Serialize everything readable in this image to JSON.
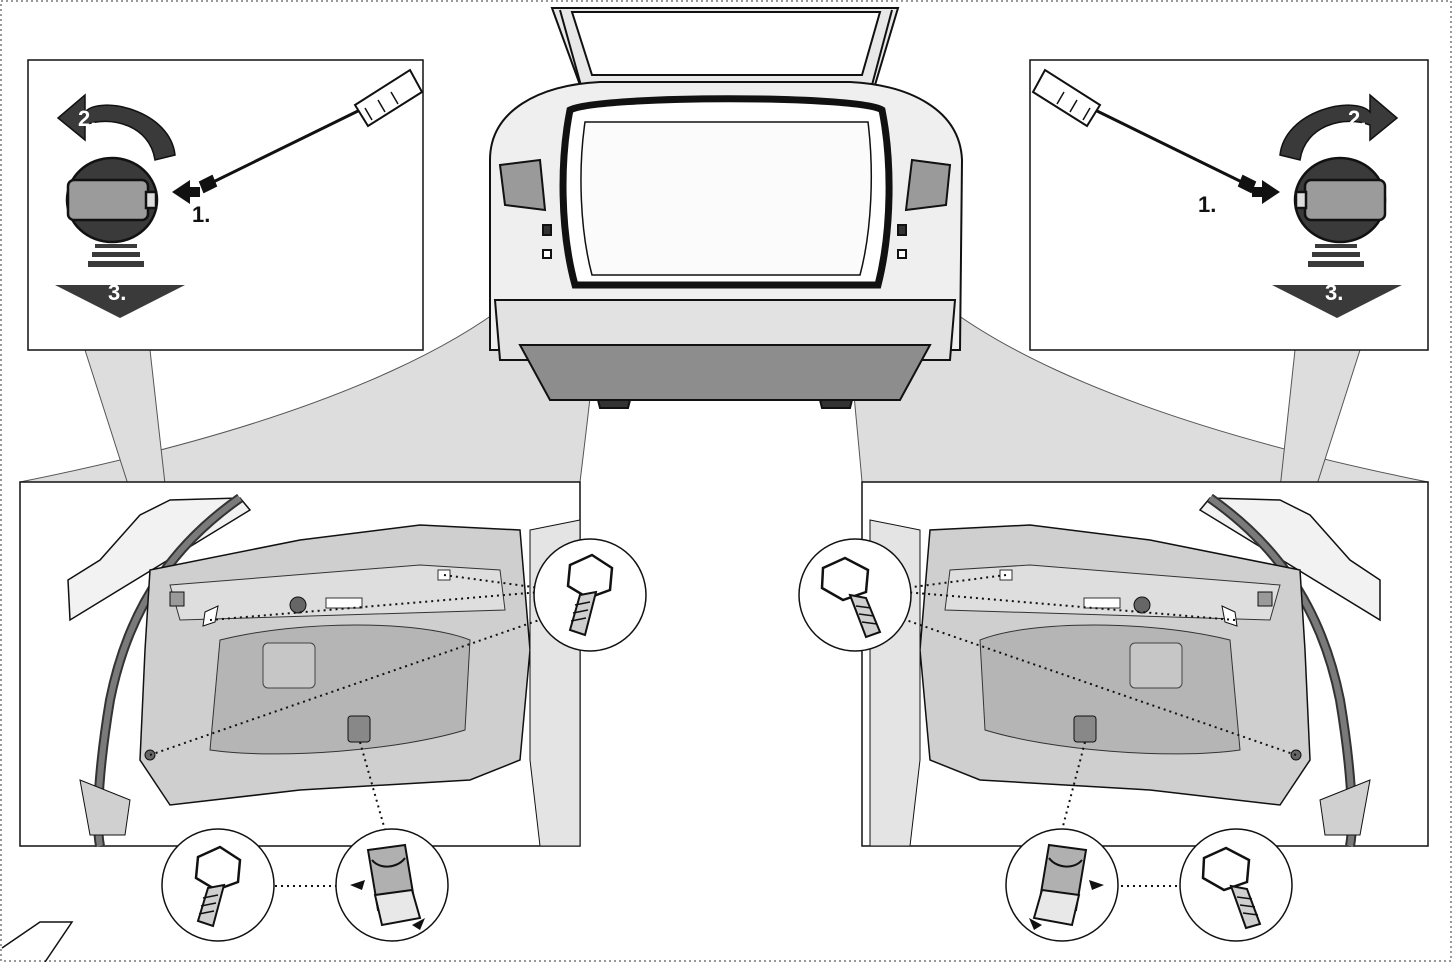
{
  "diagram": {
    "colors": {
      "background": "#ffffff",
      "line": "#111111",
      "panel_gray": "#d4d4d4",
      "panel_dark": "#9a9a9a",
      "panel_light": "#e6e6e6",
      "callout_fill": "#dcdcdc"
    },
    "left_inset": {
      "step1": "1.",
      "step2": "2.",
      "step3": "3."
    },
    "right_inset": {
      "step1": "1.",
      "step2": "2.",
      "step3": "3."
    },
    "icons": [
      "screwdriver-icon",
      "trim-clip-icon",
      "bolt-icon",
      "cargo-hook-icon",
      "rotate-arrow-icon",
      "down-arrow-icon"
    ]
  }
}
